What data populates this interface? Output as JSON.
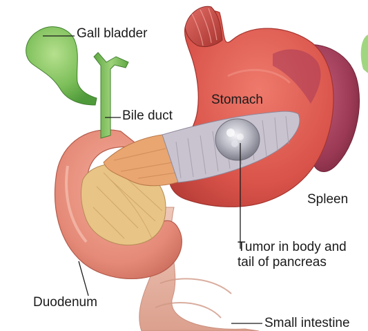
{
  "labels": {
    "gall_bladder": "Gall bladder",
    "bile_duct": "Bile duct",
    "stomach": "Stomach",
    "spleen": "Spleen",
    "tumor_line1": "Tumor in body and",
    "tumor_line2": "tail of pancreas",
    "duodenum": "Duodenum",
    "small_intestine": "Small intestine"
  },
  "colors": {
    "background": "#ffffff",
    "gall_bladder": "#7dbf5a",
    "stomach": "#d9534a",
    "spleen": "#9c3a55",
    "pancreas_head": "#e8c486",
    "pancreas_body": "#c9c3cf",
    "tumor": "#a9a9b3",
    "duodenum": "#e58a78",
    "small_intestine": "#e7b6a6",
    "leader_line": "#1a1a1a"
  }
}
